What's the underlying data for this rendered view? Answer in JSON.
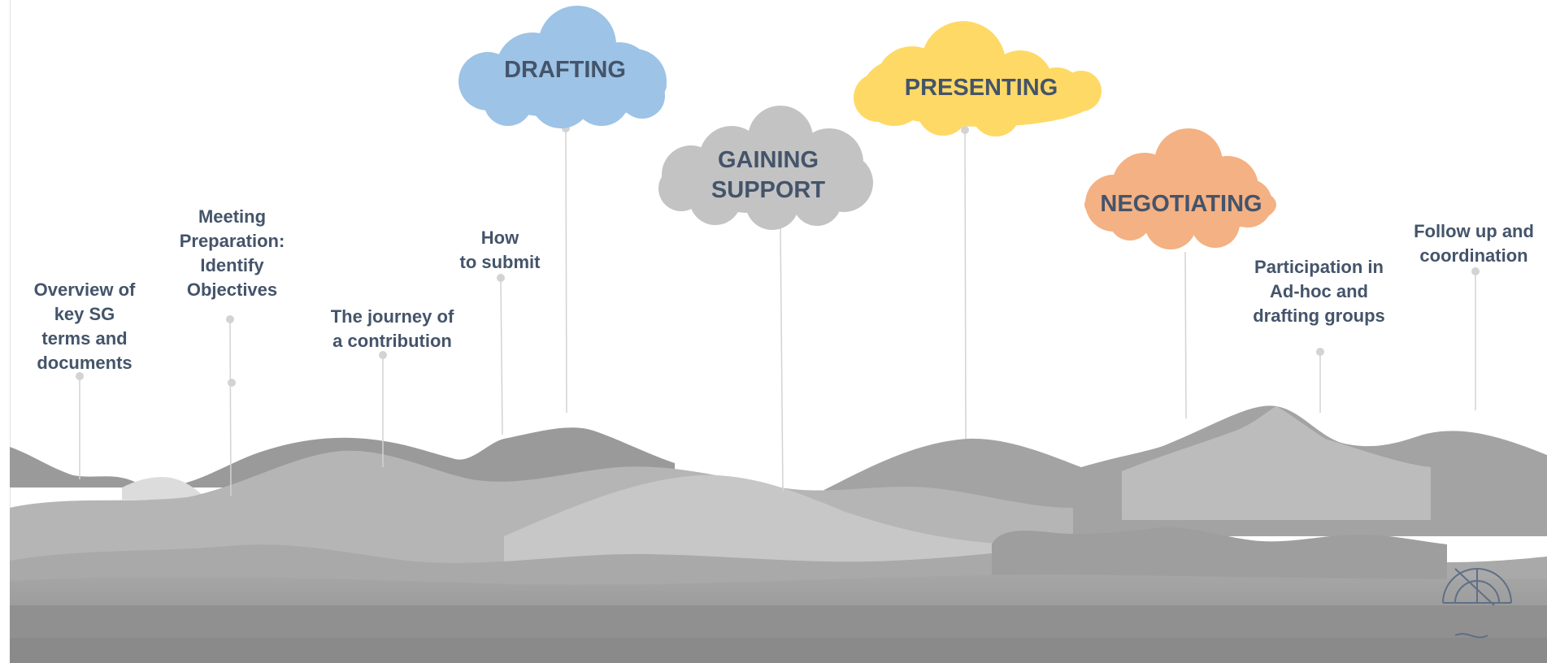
{
  "clouds": [
    {
      "id": "drafting",
      "label": "DRAFTING",
      "color": "#9dc3e6"
    },
    {
      "id": "gaining",
      "label": "GAINING\nSUPPORT",
      "color": "#c3c3c3"
    },
    {
      "id": "presenting",
      "label": "PRESENTING",
      "color": "#ffd966"
    },
    {
      "id": "negotiating",
      "label": "NEGOTIATING",
      "color": "#f4b183"
    }
  ],
  "steps": [
    {
      "id": "overview",
      "text": "Overview of\nkey SG\nterms and\ndocuments"
    },
    {
      "id": "meeting",
      "text": "Meeting\nPreparation:\nIdentify\nObjectives"
    },
    {
      "id": "journey",
      "text": "The journey of\na contribution"
    },
    {
      "id": "submit",
      "text": "How\nto submit"
    },
    {
      "id": "adhoc",
      "text": "Participation in\nAd-hoc and\ndrafting groups"
    },
    {
      "id": "followup",
      "text": "Follow up and\ncoordination"
    }
  ],
  "colors": {
    "text": "#44546a",
    "pin": "#d0d0d0",
    "hills_dark": "#8f8f8f",
    "hills_light": "#cfcfcf"
  }
}
